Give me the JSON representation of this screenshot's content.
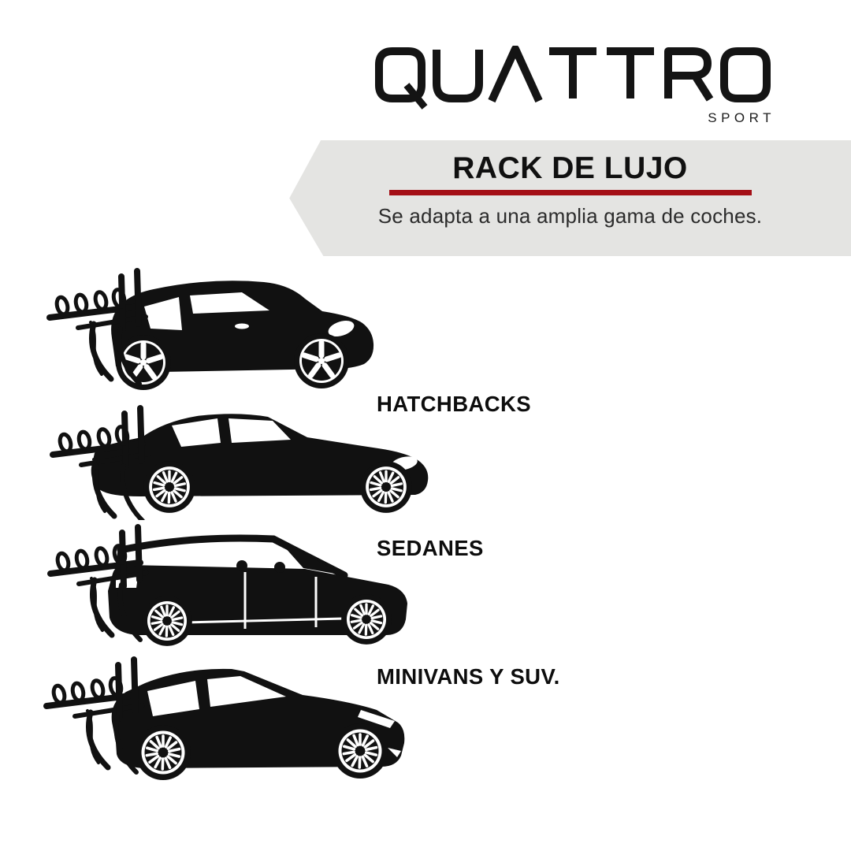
{
  "brand": {
    "name": "QUATTRO",
    "tagline": "SPORT"
  },
  "banner": {
    "title": "RACK DE LUJO",
    "subtitle": "Se adapta a una amplia gama de coches."
  },
  "vehicle_labels": [
    "HATCHBACKS",
    "SEDANES",
    "MINIVANS Y SUV."
  ],
  "illustrations": [
    "hatchback-with-bike-rack",
    "sedan-with-bike-rack",
    "minivan-with-bike-rack",
    "suv-with-bike-rack"
  ],
  "colors": {
    "banner_bg": "#e4e4e2",
    "accent_red": "#a40f16",
    "ink": "#111111",
    "background": "#ffffff"
  }
}
